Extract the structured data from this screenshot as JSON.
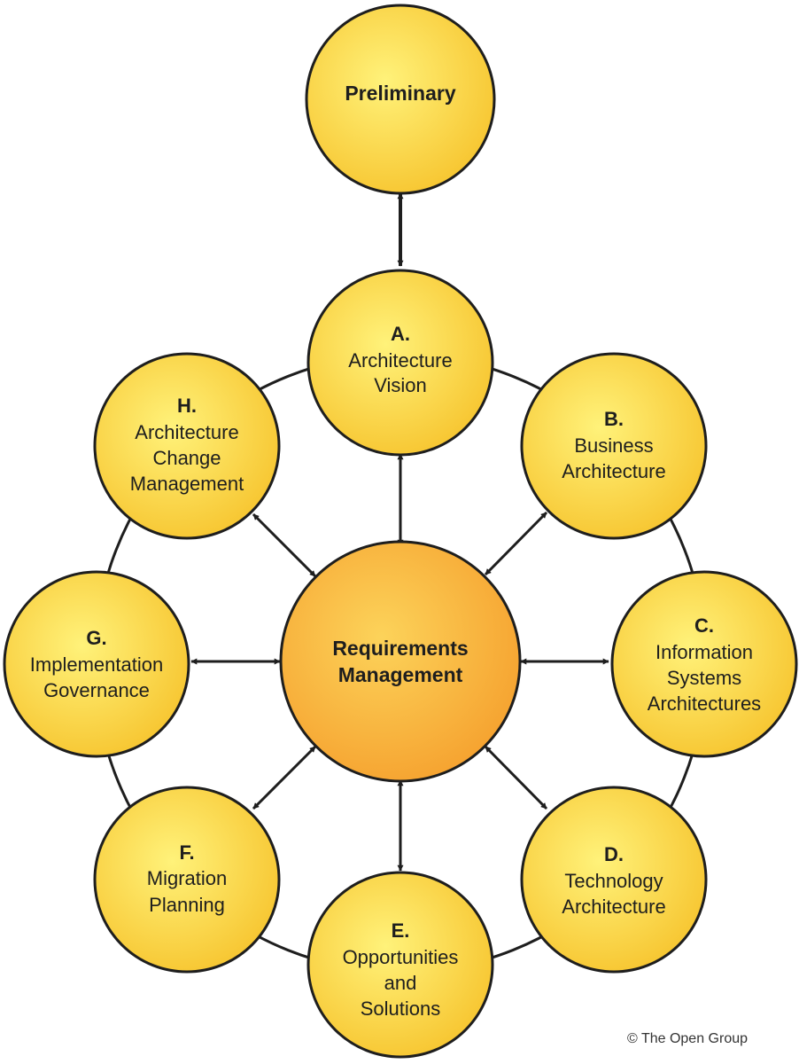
{
  "colors": {
    "phase_fill": "#f7c733",
    "phase_highlight": "#fff27a",
    "center_fill": "#f6a431",
    "center_highlight": "#fcd35a",
    "outline": "#1e1e1e",
    "arrow": "#1e1e1e"
  },
  "preliminary": {
    "label": "Preliminary"
  },
  "center": {
    "line1": "Requirements",
    "line2": "Management"
  },
  "phases": {
    "a": {
      "letter": "A.",
      "line1": "Architecture",
      "line2": "Vision"
    },
    "b": {
      "letter": "B.",
      "line1": "Business",
      "line2": "Architecture"
    },
    "c": {
      "letter": "C.",
      "line1": "Information",
      "line2": "Systems",
      "line3": "Architectures"
    },
    "d": {
      "letter": "D.",
      "line1": "Technology",
      "line2": "Architecture"
    },
    "e": {
      "letter": "E.",
      "line1": "Opportunities",
      "line2": "and",
      "line3": "Solutions"
    },
    "f": {
      "letter": "F.",
      "line1": "Migration",
      "line2": "Planning"
    },
    "g": {
      "letter": "G.",
      "line1": "Implementation",
      "line2": "Governance"
    },
    "h": {
      "letter": "H.",
      "line1": "Architecture",
      "line2": "Change",
      "line3": "Management"
    }
  },
  "copyright": "© The Open Group"
}
